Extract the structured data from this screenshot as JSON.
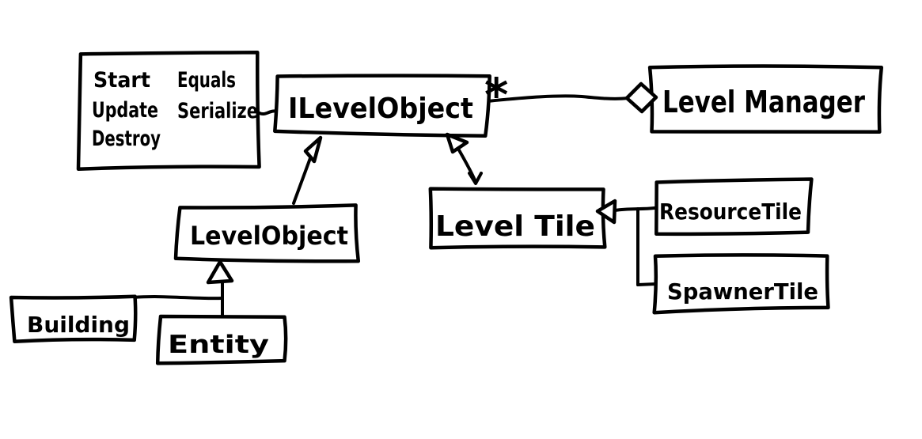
{
  "diagram": {
    "background": "#ffffff",
    "ink_color": "#000000",
    "interface_note": {
      "column1": [
        "Start",
        "Update",
        "Destroy"
      ],
      "column2": [
        "Equals",
        "Serialize"
      ]
    },
    "classes": {
      "ilevelobject": "ILevelObject",
      "levelmanager": "Level Manager",
      "levelobject": "LevelObject",
      "leveltile": "Level Tile",
      "resourcetile": "ResourceTile",
      "spawnertile": "SpawnerTile",
      "building": "Building",
      "entity": "Entity"
    },
    "relations": {
      "aggregation_multiplicity": "*",
      "edges": [
        {
          "from": "ILevelObject",
          "to": "Level Manager",
          "type": "aggregation",
          "multiplicity": "*"
        },
        {
          "from": "LevelObject",
          "to": "ILevelObject",
          "type": "inheritance"
        },
        {
          "from": "Level Tile",
          "to": "ILevelObject",
          "type": "inheritance"
        },
        {
          "from": "Building",
          "to": "LevelObject",
          "type": "inheritance"
        },
        {
          "from": "Entity",
          "to": "LevelObject",
          "type": "inheritance"
        },
        {
          "from": "ResourceTile",
          "to": "Level Tile",
          "type": "inheritance"
        },
        {
          "from": "SpawnerTile",
          "to": "Level Tile",
          "type": "inheritance"
        },
        {
          "from": "methods note",
          "to": "ILevelObject",
          "type": "attachment"
        }
      ]
    }
  }
}
